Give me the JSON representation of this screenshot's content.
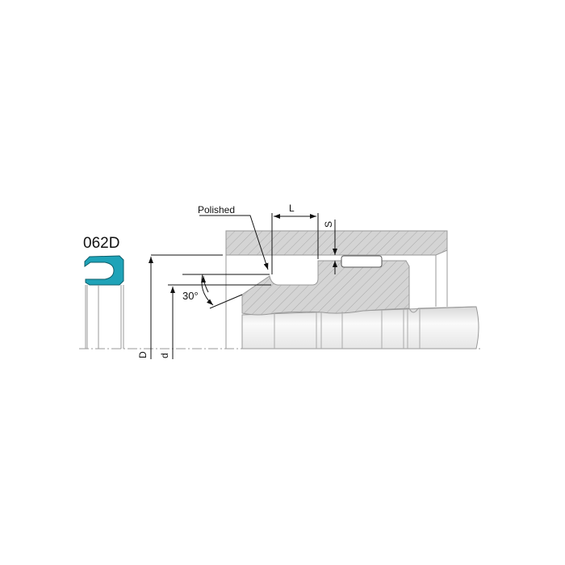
{
  "title": "062D",
  "labels": {
    "polished": "Polished",
    "length": "L",
    "section": "S",
    "angle": "30°",
    "outer_diameter": "D",
    "inner_diameter": "d"
  },
  "colors": {
    "seal": "#1fa3b8",
    "hatch_fill": "#d4d4d4",
    "line": "#111111",
    "outline": "#9a9a9a"
  }
}
